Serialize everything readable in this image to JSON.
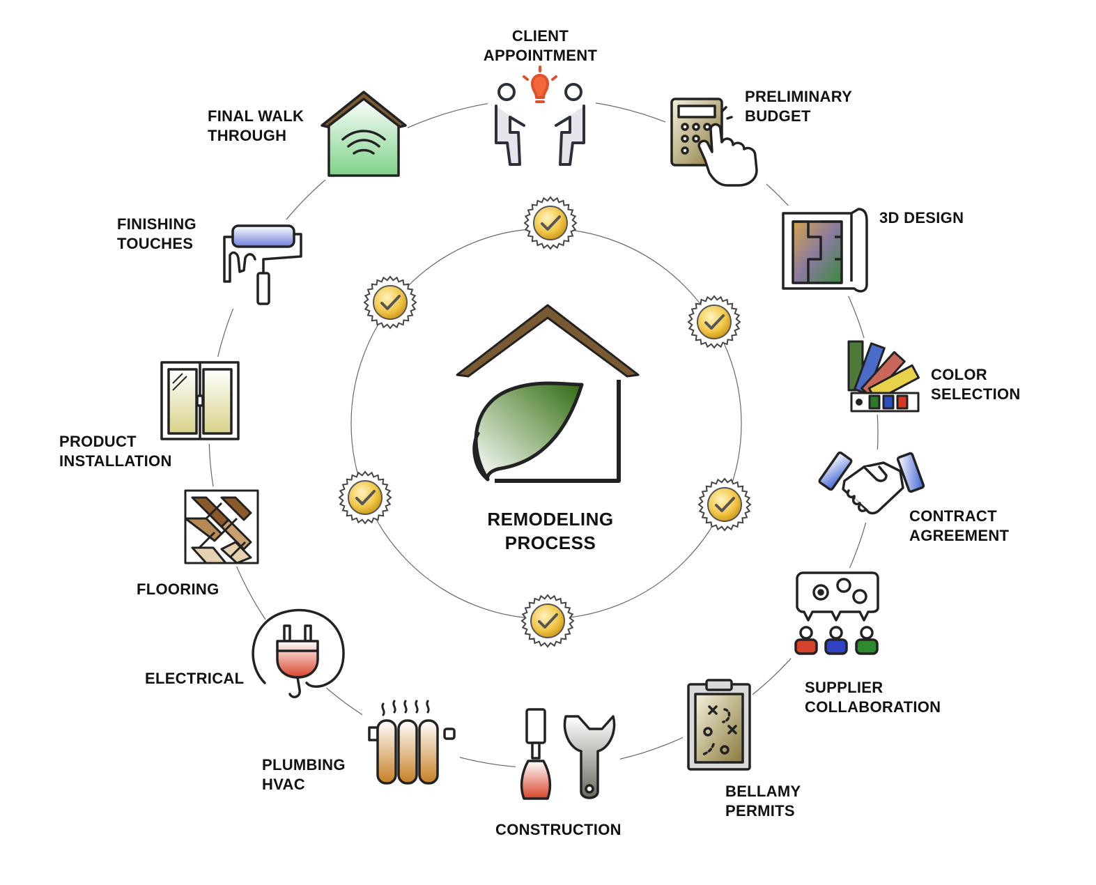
{
  "center": {
    "line1": "REMODELING",
    "line2": "PROCESS"
  },
  "steps": [
    {
      "line1": "CLIENT",
      "line2": "APPOINTMENT",
      "icon": "meeting-icon"
    },
    {
      "line1": "PRELIMINARY",
      "line2": "BUDGET",
      "icon": "calculator-icon"
    },
    {
      "line1": "3D DESIGN",
      "line2": "",
      "icon": "blueprint-icon"
    },
    {
      "line1": "COLOR",
      "line2": "SELECTION",
      "icon": "color-swatch-icon"
    },
    {
      "line1": "CONTRACT",
      "line2": "AGREEMENT",
      "icon": "handshake-icon"
    },
    {
      "line1": "SUPPLIER",
      "line2": "COLLABORATION",
      "icon": "collaboration-icon"
    },
    {
      "line1": "BELLAMY",
      "line2": "PERMITS",
      "icon": "clipboard-icon"
    },
    {
      "line1": "CONSTRUCTION",
      "line2": "",
      "icon": "tools-icon"
    },
    {
      "line1": "PLUMBING",
      "line2": "HVAC",
      "icon": "radiator-icon"
    },
    {
      "line1": "ELECTRICAL",
      "line2": "",
      "icon": "plug-icon"
    },
    {
      "line1": "FLOORING",
      "line2": "",
      "icon": "parquet-icon"
    },
    {
      "line1": "PRODUCT",
      "line2": "INSTALLATION",
      "icon": "window-icon"
    },
    {
      "line1": "FINISHING",
      "line2": "TOUCHES",
      "icon": "paint-roller-icon"
    },
    {
      "line1": "FINAL WALK",
      "line2": "THROUGH",
      "icon": "smart-home-icon"
    }
  ],
  "badge_icon": "check-seal-icon",
  "center_icon": "leaf-house-icon",
  "colors": {
    "roof": "#7a5a32",
    "leaf": "#3f7a1c",
    "badge": "#e6b733",
    "ink": "#222222",
    "ring": "#666666"
  }
}
